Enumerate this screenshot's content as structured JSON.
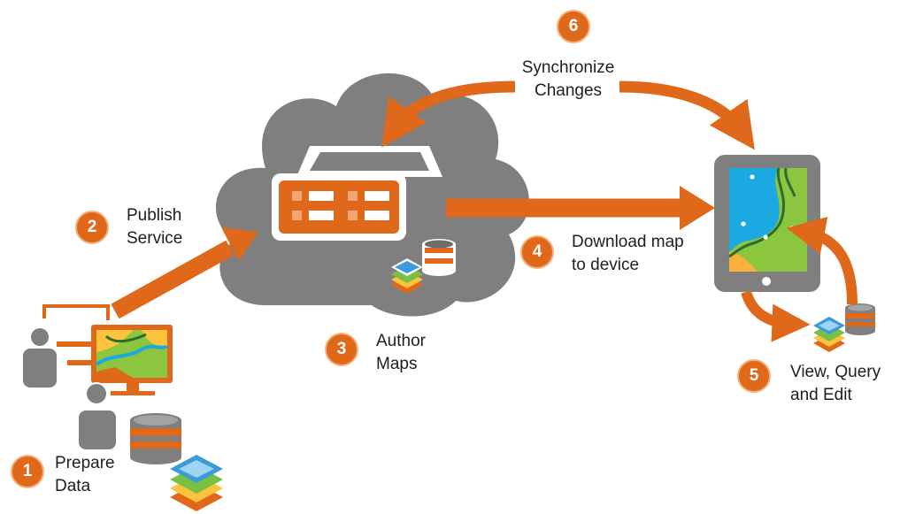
{
  "steps": [
    {
      "number": "1",
      "line1": "Prepare",
      "line2": "Data"
    },
    {
      "number": "2",
      "line1": "Publish",
      "line2": "Service"
    },
    {
      "number": "3",
      "line1": "Author",
      "line2": "Maps"
    },
    {
      "number": "4",
      "line1": "Download map",
      "line2": "to device"
    },
    {
      "number": "5",
      "line1": "View, Query",
      "line2": "and Edit"
    },
    {
      "number": "6",
      "line1": "Synchronize",
      "line2": "Changes"
    }
  ],
  "colors": {
    "accent_orange": "#e0681b",
    "badge_ring": "#f6b27b",
    "cloud_gray": "#7f7f7f",
    "text": "#1e1e1e"
  },
  "icons": [
    "person-icon",
    "desktop-monitor-icon",
    "database-icon",
    "map-layers-icon",
    "cloud-icon",
    "server-icon",
    "tablet-icon",
    "arrow-icon"
  ]
}
